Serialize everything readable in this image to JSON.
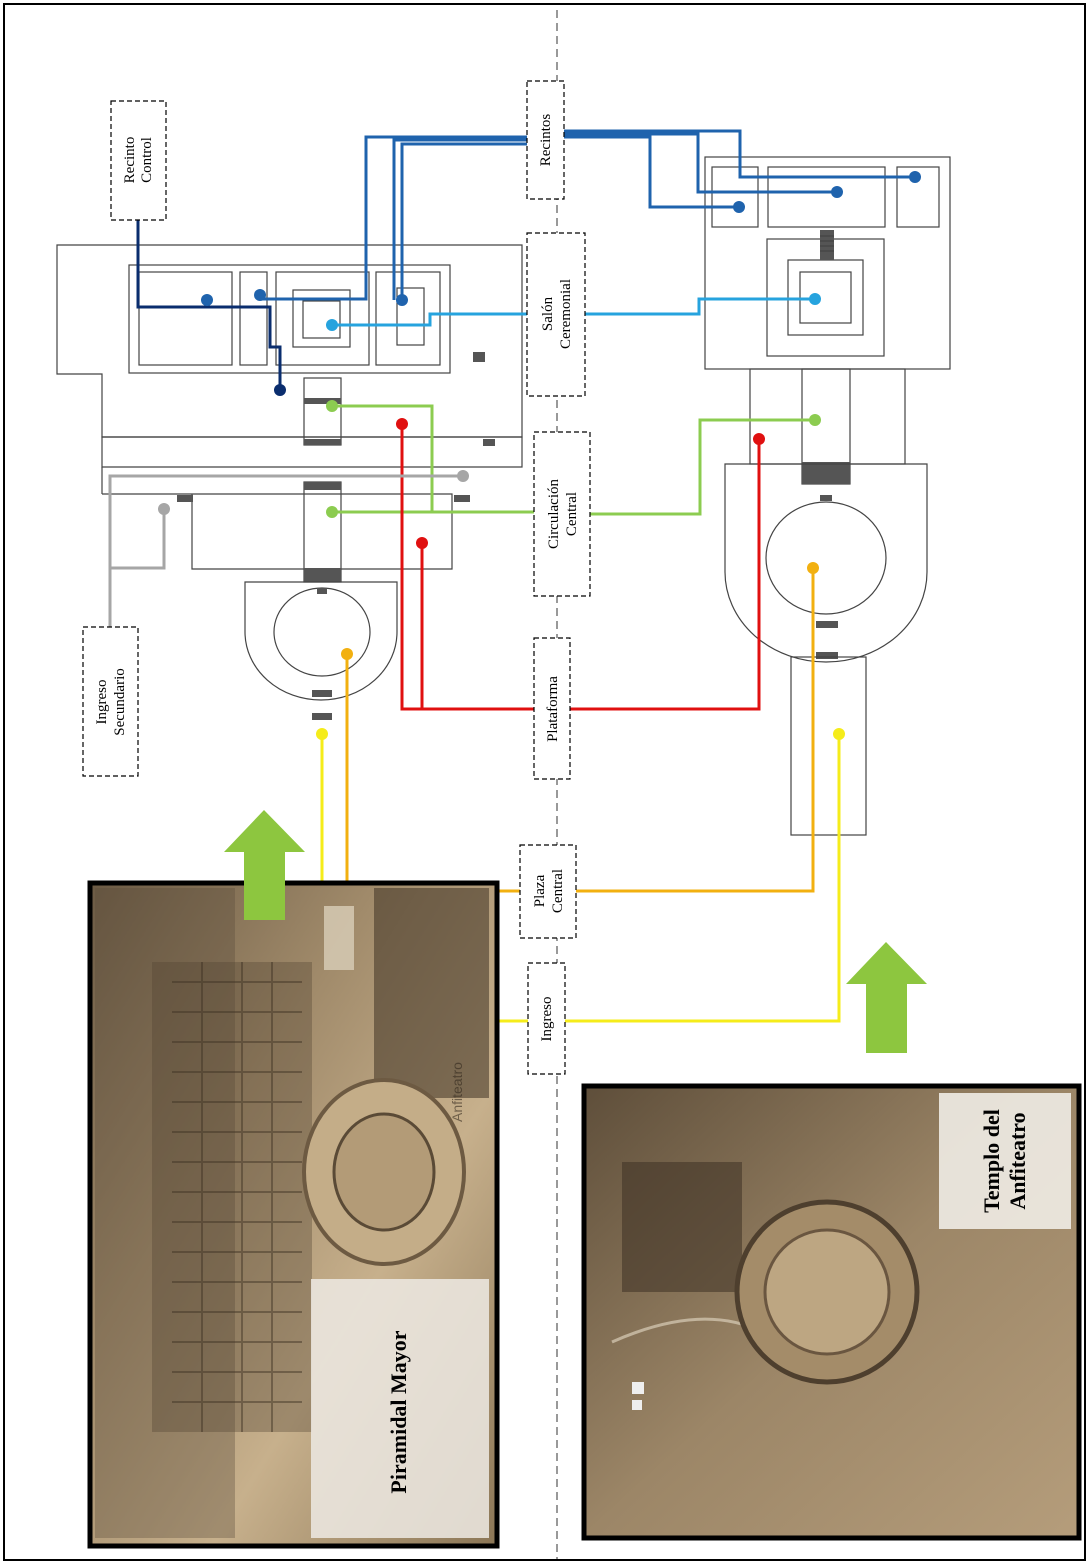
{
  "labels": {
    "recinto_control": "Recinto Control",
    "recintos": "Recintos",
    "salon_ceremonial": "Salón Ceremonial",
    "circulacion_central": "Circulación Central",
    "plataforma": "Plataforma",
    "plaza_central": "Plaza Central",
    "ingreso": "Ingreso",
    "ingreso_secundario": "Ingreso Secundario"
  },
  "photos": {
    "piramidal_mayor": "Piramidal Mayor",
    "templo_anfiteatro": "Templo del Anfiteatro",
    "templo_anfiteatro_line1": "Templo del",
    "templo_anfiteatro_line2": "Anfiteatro",
    "sign_heading": "Anfiteatro"
  },
  "colors": {
    "recinto_control": "#0a2d6e",
    "recintos": "#1f63ad",
    "salon_ceremonial": "#26a3de",
    "circulacion_central": "#8ccc50",
    "plataforma": "#e01010",
    "ingreso_secundario": "#a6a6a6",
    "plaza_central": "#f2b010",
    "ingreso": "#f5ec1a",
    "arrow": "#8dc63f",
    "axis": "#333333"
  }
}
